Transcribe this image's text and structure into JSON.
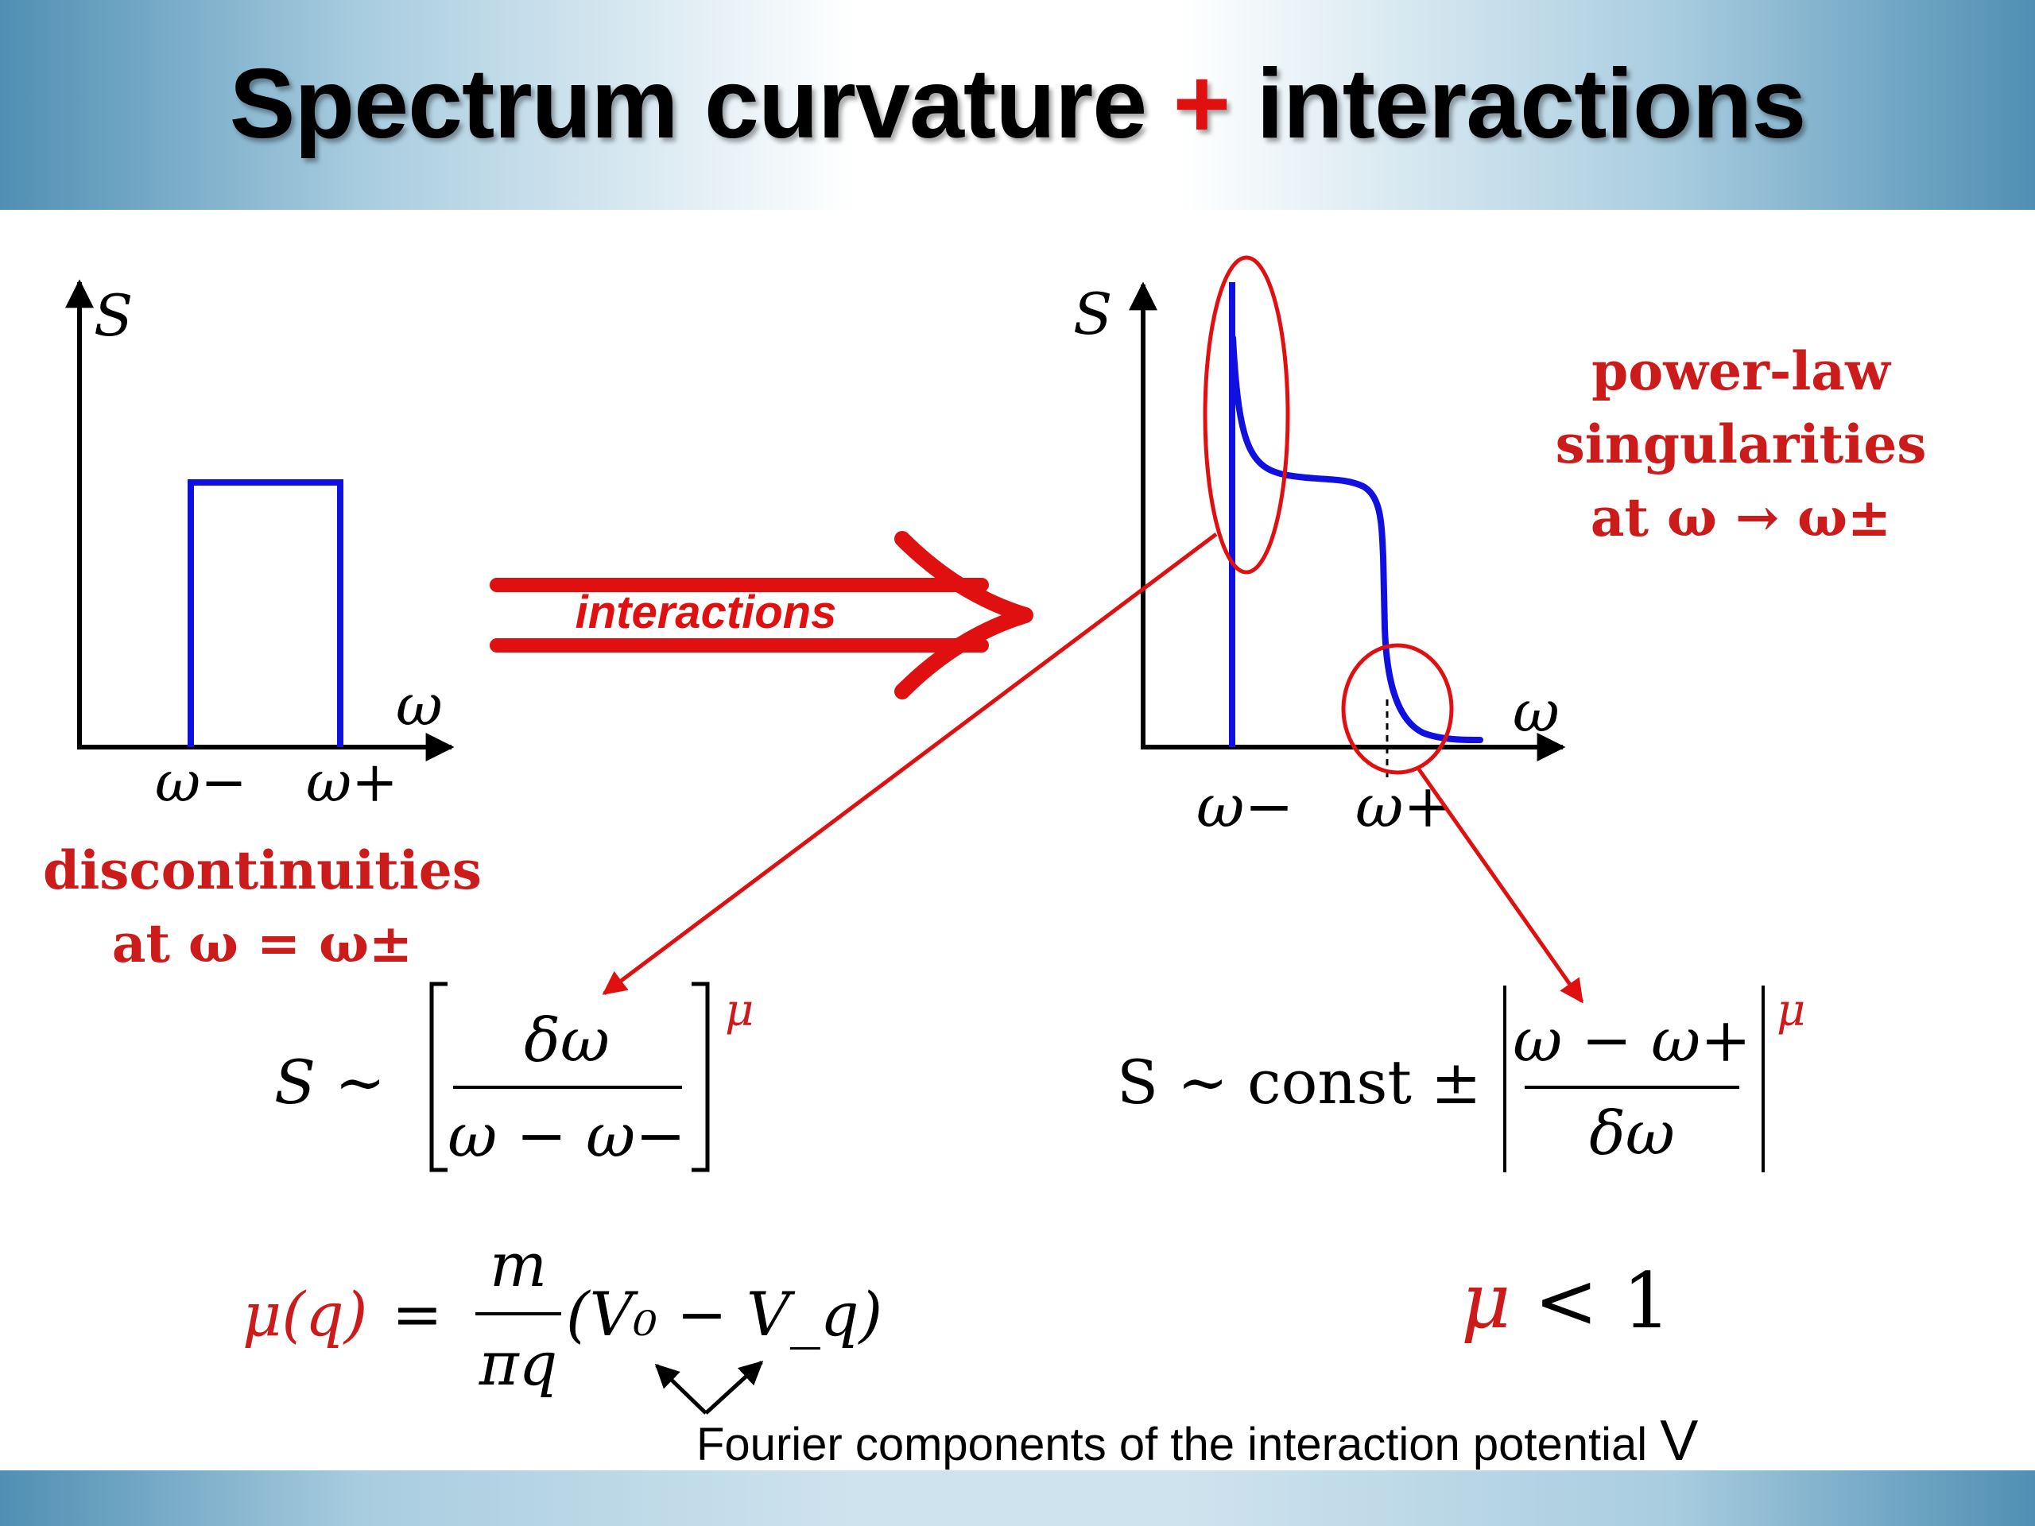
{
  "title": {
    "main": "Spectrum curvature",
    "plus": "+",
    "rest": "interactions"
  },
  "left_plot": {
    "y_axis": "S",
    "x_axis": "ω",
    "tick_minus": "ω−",
    "tick_plus": "ω+"
  },
  "left_label": {
    "line1": "discontinuities",
    "line2": "at ω = ω±"
  },
  "arrow_label": "interactions",
  "right_plot": {
    "y_axis": "S",
    "x_axis": "ω",
    "tick_minus": "ω−",
    "tick_plus": "ω+"
  },
  "right_label": {
    "line1": "power-law",
    "line2": "singularities",
    "line3": "at ω → ω±"
  },
  "formula_left": {
    "lhs": "S ∼",
    "numerator": "δω",
    "denominator": "ω − ω−",
    "exponent": "μ"
  },
  "formula_right": {
    "lhs": "S ∼ const ±",
    "numerator": "ω − ω+",
    "denominator": "δω",
    "exponent": "μ"
  },
  "mu_formula": {
    "lhs": "μ(q)",
    "eq": "=",
    "numerator": "m",
    "denominator": "πq",
    "rest": "(V₀ − V_q)"
  },
  "mu_condition": {
    "mu": "μ",
    "rest": "< 1"
  },
  "fourier_note": {
    "text": "Fourier components of the interaction potential",
    "v": "V"
  },
  "colors": {
    "blue": "#1010e0",
    "red": "#e01010",
    "label_red": "#cc1b1b"
  }
}
